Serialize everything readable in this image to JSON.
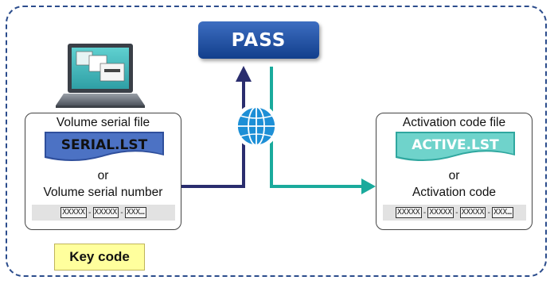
{
  "pass_label": "PASS",
  "left_panel": {
    "title": "Volume serial file",
    "file_name": "SERIAL.LST",
    "or_text": "or",
    "number_label": "Volume serial number",
    "code_segments": [
      "XXXXX",
      "XXXXX",
      "XXX…"
    ]
  },
  "right_panel": {
    "title": "Activation code file",
    "file_name": "ACTIVE.LST",
    "or_text": "or",
    "code_label": "Activation code",
    "code_segments": [
      "XXXXX",
      "XXXXX",
      "XXXXX",
      "XXX…"
    ]
  },
  "key_code_label": "Key code",
  "colors": {
    "frame": "#2b4c8c",
    "pass": "#1d4f9f",
    "upload_arrow": "#2a2d6e",
    "download_arrow": "#1aaa9c",
    "serial_file": "#2f4f9c",
    "active_file": "#2fa79f",
    "key_code_bg": "#ffff9d"
  },
  "icons": [
    "laptop-icon",
    "globe-icon"
  ]
}
